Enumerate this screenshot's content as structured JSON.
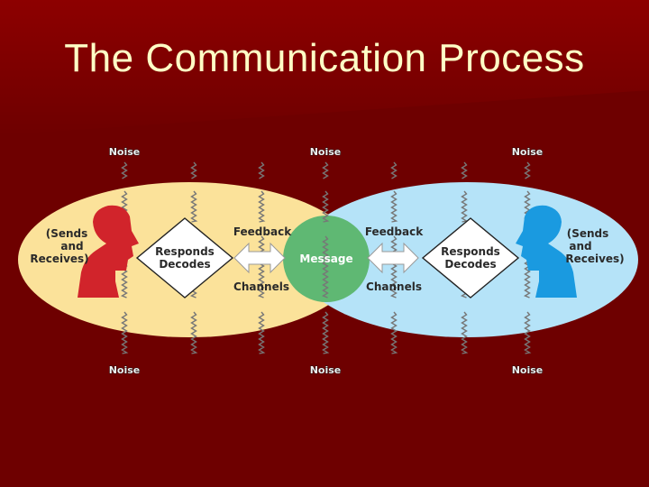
{
  "title": "The Communication Process",
  "noise_labels": [
    "Noise",
    "Noise",
    "Noise",
    "Noise",
    "Noise",
    "Noise"
  ],
  "left_person": {
    "role_lines": [
      "(Sends",
      "and",
      "Receives)"
    ],
    "process_lines": [
      "Responds",
      "Decodes"
    ],
    "feedback": "Feedback",
    "channels": "Channels"
  },
  "right_person": {
    "role_lines": [
      "(Sends",
      "and",
      "Receives)"
    ],
    "process_lines": [
      "Responds",
      "Decodes"
    ],
    "feedback": "Feedback",
    "channels": "Channels"
  },
  "message": "Message",
  "colors": {
    "background": "#6e0000",
    "title": "#ffffc6",
    "left_ellipse": "#fbe29a",
    "right_ellipse": "#b5e3f8",
    "message_circle": "#5fb873",
    "left_head": "#d1242b",
    "right_head": "#1a9ae0"
  }
}
